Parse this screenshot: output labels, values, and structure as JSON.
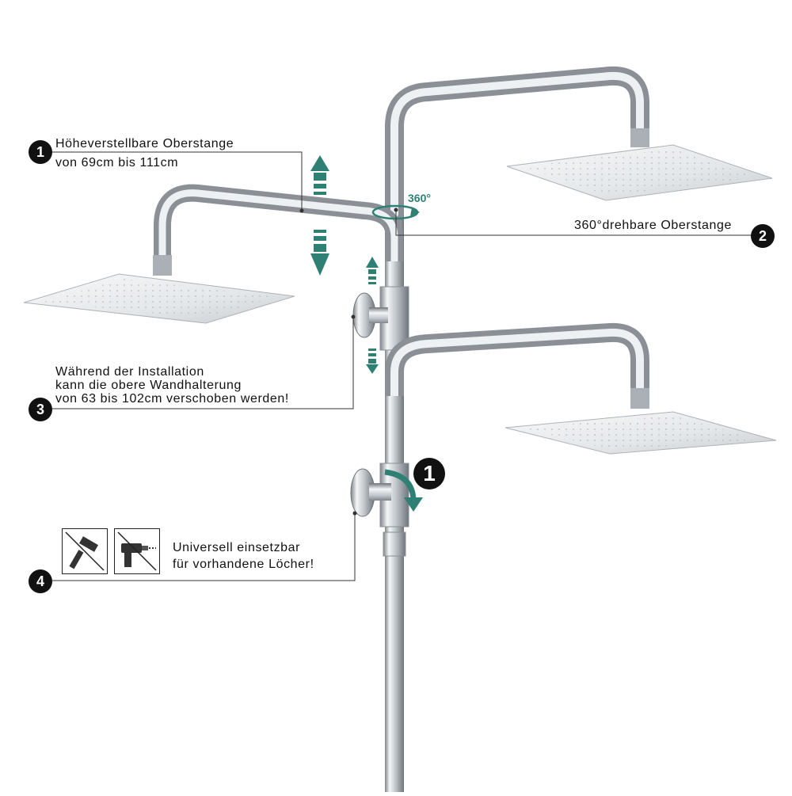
{
  "callouts": [
    {
      "number": "1",
      "line1": "Höheverstellbare Oberstange",
      "line2": "von 69cm bis 111cm"
    },
    {
      "number": "2",
      "line1": "360°drehbare Oberstange"
    },
    {
      "number": "3",
      "line1": "Während der Installation",
      "line2": "kann die obere Wandhalterung",
      "line3": "von 63 bis 102cm verschoben werden!"
    },
    {
      "number": "4",
      "line1": "Universell einsetzbar",
      "line2": "für vorhandene Löcher!"
    }
  ],
  "rotation_label": "360°",
  "valve_badge": "1",
  "icons": [
    "no-hammer-icon",
    "no-drill-icon"
  ],
  "colors": {
    "accent": "#2e7f74",
    "text": "#111111",
    "chrome": "#c9cdd1"
  }
}
